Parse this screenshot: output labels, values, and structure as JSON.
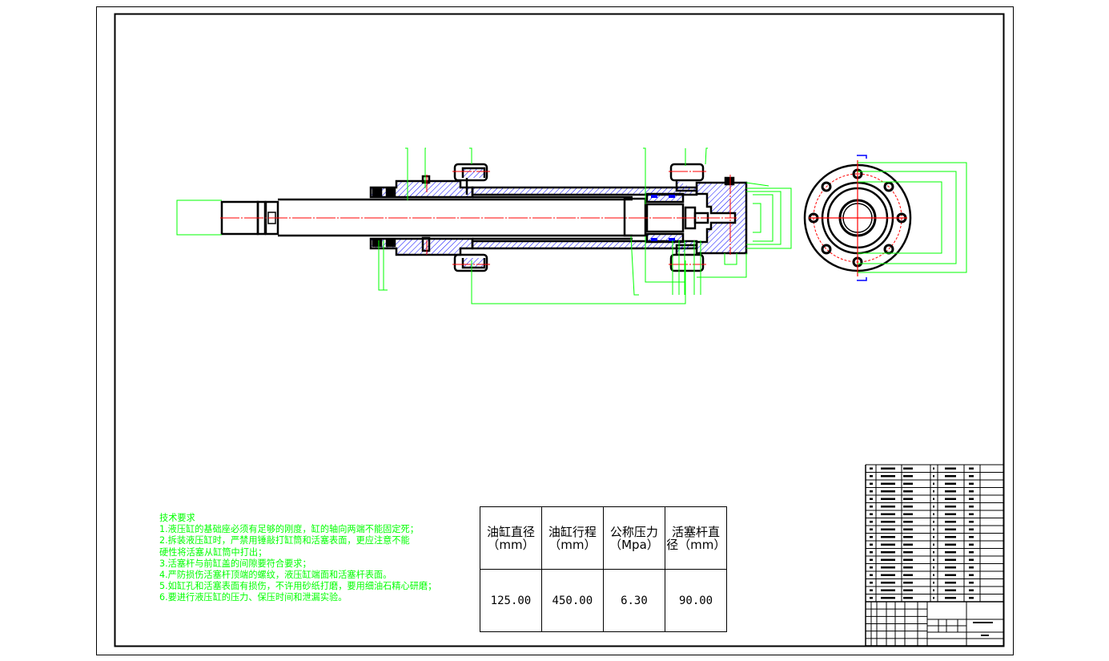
{
  "technical_requirements": {
    "title": "技术要求",
    "lines": [
      "1.液压缸的基础座必须有足够的刚度，缸的轴向两端不能固定死；",
      "2.拆装液压缸时，严禁用锤敲打缸筒和活塞表面，更应注意不能",
      "硬性将活塞从缸筒中打出；",
      "3.活塞杆与前缸盖的间隙要符合要求；",
      "4.严防损伤活塞杆顶端的螺纹，液压缸端面和活塞杆表面。",
      "5.如缸孔和活塞表面有损伤，不许用砂纸打磨，要用细油石精心研磨；",
      "6.要进行液压缸的压力、保压时间和泄漏实验。"
    ]
  },
  "spec_table": {
    "headers": [
      {
        "name": "油缸直径",
        "unit": "（mm）"
      },
      {
        "name": "油缸行程",
        "unit": "（mm）"
      },
      {
        "name": "公称压力",
        "unit": "（Mpa）"
      },
      {
        "name": "活塞杆直",
        "unit": "径（mm）"
      }
    ],
    "values": [
      "125.00",
      "450.00",
      "6.30",
      "90.00"
    ]
  },
  "colors": {
    "outline": "#000000",
    "dimension": "#00ff00",
    "centerline": "#ff0000",
    "hatch": "#0000ff"
  }
}
